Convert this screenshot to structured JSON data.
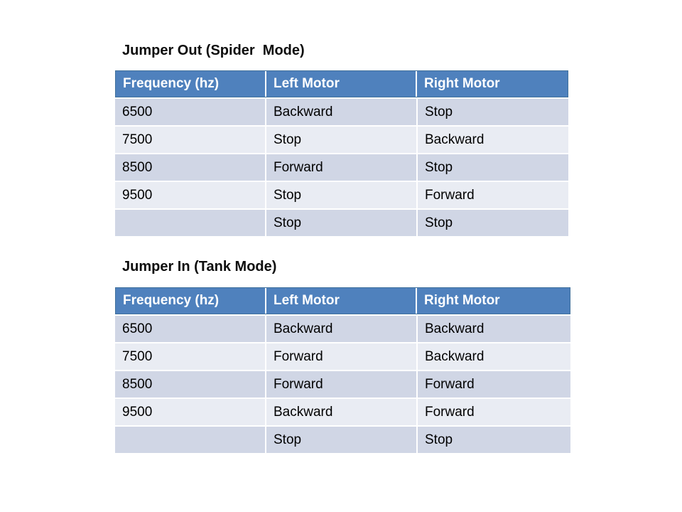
{
  "colors": {
    "header_bg": "#4f81bd",
    "header_border": "#41719c",
    "header_text": "#ffffff",
    "row_dark": "#d0d6e5",
    "row_light": "#e9ecf3",
    "separator": "#ffffff",
    "body_text": "#000000",
    "title_text": "#0d0d0d",
    "page_bg": "#ffffff"
  },
  "tables": [
    {
      "title": "Jumper Out (Spider  Mode)",
      "columns": [
        "Frequency (hz)",
        "Left Motor",
        "Right Motor"
      ],
      "rows": [
        [
          "6500",
          "Backward",
          "Stop"
        ],
        [
          "7500",
          "Stop",
          "Backward"
        ],
        [
          "8500",
          "Forward",
          "Stop"
        ],
        [
          "9500",
          "Stop",
          "Forward"
        ],
        [
          "",
          "Stop",
          "Stop"
        ]
      ]
    },
    {
      "title": "Jumper In (Tank Mode)",
      "columns": [
        "Frequency (hz)",
        "Left Motor",
        "Right Motor"
      ],
      "rows": [
        [
          "6500",
          "Backward",
          "Backward"
        ],
        [
          "7500",
          "Forward",
          "Backward"
        ],
        [
          "8500",
          "Forward",
          "Forward"
        ],
        [
          "9500",
          "Backward",
          "Forward"
        ],
        [
          "",
          "Stop",
          "Stop"
        ]
      ]
    }
  ]
}
